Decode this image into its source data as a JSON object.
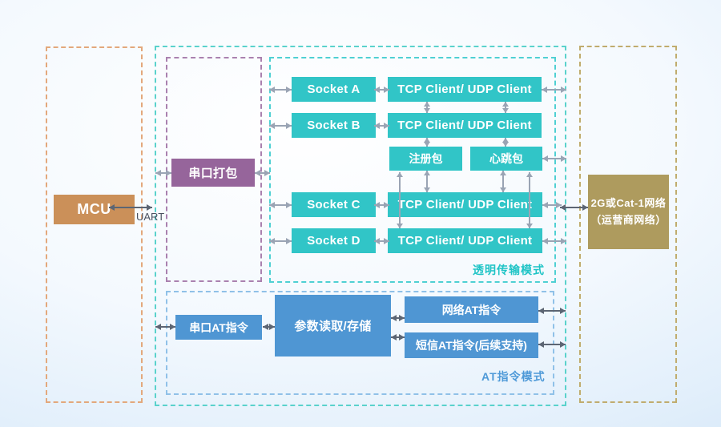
{
  "colors": {
    "teal_box": "#31c5c7",
    "blue_box": "#4f96d3",
    "purple_box": "#96659b",
    "orange_box": "#cb9059",
    "gold_box": "#ae9b5e",
    "teal_mode_label": "#1fc4c6",
    "blue_mode_label": "#4f9ad8"
  },
  "left_section": {
    "mcu": "MCU",
    "uart": "UART"
  },
  "module_section": {
    "serial_pack": "串口打包",
    "transparent_mode": {
      "sockets": [
        "Socket A",
        "Socket B",
        "Socket C",
        "Socket D"
      ],
      "tcp_client": "TCP Client/ UDP Client",
      "registration_packet": "注册包",
      "heartbeat_packet": "心跳包",
      "label": "透明传输模式"
    },
    "at_mode": {
      "serial_at": "串口AT指令",
      "param_store": "参数读取/存储",
      "network_at": "网络AT指令",
      "sms_at": "短信AT指令(后续支持)",
      "label": "AT指令模式"
    }
  },
  "network_section": {
    "line1": "2G或Cat-1网络",
    "line2": "（运营商网络）"
  }
}
